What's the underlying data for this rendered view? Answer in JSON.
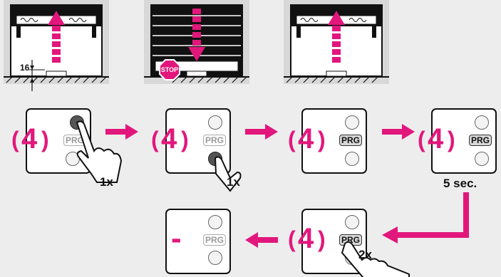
{
  "colors": {
    "accent": "#e2177c",
    "ink": "#111111",
    "panel_gray": "#d9d9d9"
  },
  "scenes": [
    {
      "label": "16",
      "arrow": "up"
    },
    {
      "badge": "STOP",
      "arrow": "down"
    },
    {
      "arrow": "up"
    }
  ],
  "steps": [
    {
      "display": "4",
      "prg_label": "PRG",
      "prg_active": false,
      "pressed": "up",
      "count": "1x"
    },
    {
      "display": "4",
      "prg_label": "PRG",
      "prg_active": false,
      "pressed": "down",
      "count": "1x"
    },
    {
      "display": "4",
      "prg_label": "PRG",
      "prg_active": true,
      "pressed": null,
      "count": ""
    },
    {
      "display": "4",
      "prg_label": "PRG",
      "prg_active": true,
      "pressed": null,
      "count": "5 sec."
    },
    {
      "display": "4",
      "prg_label": "PRG",
      "prg_active": true,
      "pressed": "prg",
      "count": "2x"
    },
    {
      "display": "-",
      "prg_label": "PRG",
      "prg_active": false,
      "pressed": null,
      "count": ""
    }
  ]
}
